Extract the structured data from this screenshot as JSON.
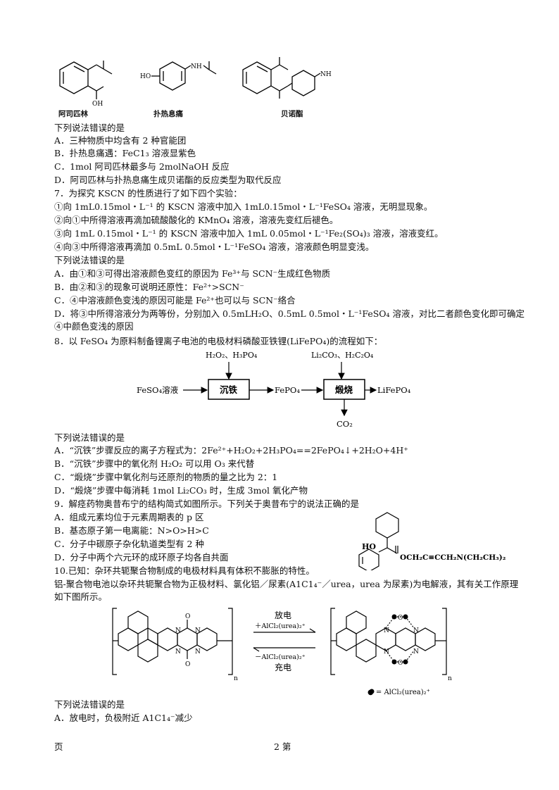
{
  "top_figure": {
    "captions": [
      "阿司匹林",
      "扑热息痛",
      "贝诺酯"
    ],
    "labels": {
      "oh": "OH",
      "ho": "HO",
      "nh": "NH"
    }
  },
  "q6": {
    "prompt": "下列说法错误的是",
    "options": [
      "A．三种物质中均含有 2 种官能团",
      "B．扑热息痛遇：FeC1₃ 溶液显紫色",
      "C．1mol 阿司匹林最多与 2molNaOH 反应",
      "D．阿司匹林与扑热息痛生成贝诺酯的反应类型为取代反应"
    ]
  },
  "q7": {
    "stem": "7．为探究 KSCN 的性质进行了如下四个实验：",
    "experiments": [
      "①向 1mL0.15mol・L⁻¹ 的 KSCN 溶液中加入 1mL0.15mol・L⁻¹FeSO₄ 溶液，无明显现象。",
      "②向①中所得溶液再滴加硫酸酸化的 KMnO₄ 溶液，溶液先变红后褪色。",
      "③向 1mL 0.15mol・L⁻¹ 的 KSCN 溶液中加入 1mL 0.05mol・L⁻¹Fe₂(SO₄)₃ 溶液，溶液变红。",
      "④向③中所得溶液再滴加 0.5mL 0.5mol・L⁻¹FeSO₄ 溶液，溶液颜色明显变浅。"
    ],
    "prompt": "下列说法错误的是",
    "options": [
      "A．由①和③可得出溶液颜色变红的原因为 Fe³⁺与 SCN⁻生成红色物质",
      "B．由②和③的现象可说明还原性：Fe²⁺>SCN⁻",
      "C．④中溶液颜色变浅的原因可能是 Fe²⁺也可以与 SCN⁻络合",
      "D．将③中所得溶液分为两等份，分别加入 0.5mLH₂O、0.5mL 0.5mol・L⁻¹FeSO₄ 溶液，对比二者颜色变化即可确定④中颜色变浅的原因"
    ]
  },
  "q8": {
    "stem": "8．以 FeSO₄ 为原料制备锂离子电池的电极材料磷酸亚铁锂(LiFePO₄)的流程如下：",
    "flow": {
      "input": "FeSO₄溶液",
      "reagent1": "H₂O₂、H₃PO₄",
      "step1": "沉铁",
      "intermediate": "FePO₄",
      "reagent2": "Li₂CO₃、H₂C₂O₄",
      "step2": "煅烧",
      "product": "LiFePO₄",
      "byproduct": "CO₂"
    },
    "prompt": "下列说法错误的是",
    "options": [
      "A．“沉铁”步骤反应的离子方程式为：2Fe²⁺+H₂O₂+2H₃PO₄==2FePO₄↓+2H₂O+4H⁺",
      "B．“沉铁”步骤中的氧化剂 H₂O₂ 可以用 O₃ 来代替",
      "C．“煅烧”步骤中氧化剂与还原剂的物质的量之比为 2：1",
      "D．“煅烧”步骤中每消耗 1mol Li₂CO₃ 时，生成 3mol 氧化产物"
    ]
  },
  "q9": {
    "stem": "9．解痉药物奥昔布宁的结构简式如图所示。下列关于奥昔布宁的说法正确的是",
    "options": [
      "A．组成元素均位于元素周期表的 p 区",
      "B．基态原子第一电离能：N>O>H>C",
      "C．分子中碳原子杂化轨道类型有 2 种",
      "D．分子中两个六元环的成环原子均各自共面"
    ],
    "structure_labels": {
      "ho": "HO",
      "chain": "OCH₂C≡CCH₂N(CH₂CH₃)₂"
    }
  },
  "q10": {
    "line1": "10.已知：杂环共轭聚合物制成的电极材料具有体积不膨胀的特性。",
    "line2": "铝-聚合物电池以杂环共轭聚合物为正极材料、氯化铝／尿素(A1C1₄⁻／urea，urea 为尿素)为电解液，其有关工作原理如下图所示。",
    "diagram": {
      "discharge": "放电",
      "plus_reagent": "＋AlCl₂(urea)₂⁺",
      "minus_reagent": "－AlCl₂(urea)₂⁺",
      "charge": "充电",
      "legend": "● = AlCl₂(urea)₂⁺",
      "n_left": "n",
      "n_right": "n",
      "atoms": {
        "N": "N",
        "O": "O"
      }
    },
    "prompt": "下列说法错误的是",
    "option_a": "A．放电时，负极附近 A1C1₄⁻减少"
  },
  "footer": {
    "left": "页",
    "center": "2 第"
  }
}
